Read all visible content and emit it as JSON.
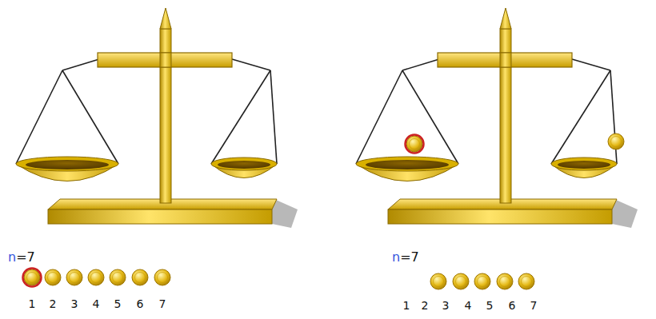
{
  "diagram": {
    "labels": [
      "n=7",
      "1",
      "2",
      "3",
      "4",
      "5",
      "6",
      "7",
      "n=7",
      "1",
      "2",
      "3",
      "4",
      "5",
      "6",
      "7"
    ]
  }
}
